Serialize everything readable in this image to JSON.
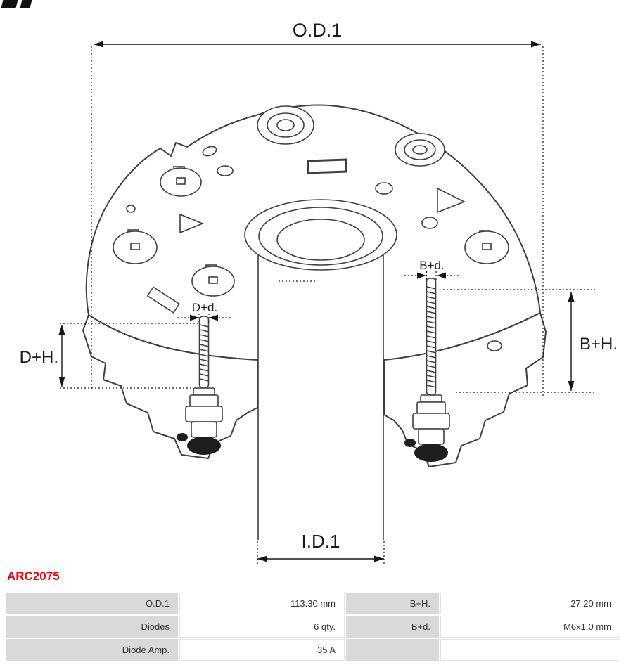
{
  "part_number": "ARC2075",
  "diagram": {
    "dim_od1": "O.D.1",
    "dim_id1": "I.D.1",
    "dim_bh": "B+H.",
    "dim_bd": "B+d.",
    "dim_dh": "D+H.",
    "dim_dd": "D+d."
  },
  "table": {
    "rows": [
      {
        "label1": "O.D.1",
        "value1": "113.30 mm",
        "label2": "B+H.",
        "value2": "27.20 mm"
      },
      {
        "label1": "Diodes",
        "value1": "6 qty.",
        "label2": "B+d.",
        "value2": "M6x1.0 mm"
      },
      {
        "label1": "Diode Amp.",
        "value1": "35 A",
        "label2": "",
        "value2": ""
      }
    ]
  },
  "colors": {
    "part_number_red": "#e30613",
    "table_label_bg": "#d9d9d9",
    "drawing_stroke": "#3f3f3f"
  },
  "icons": {
    "logo_fragment": "as-pl-logo-cropped-top-left"
  }
}
